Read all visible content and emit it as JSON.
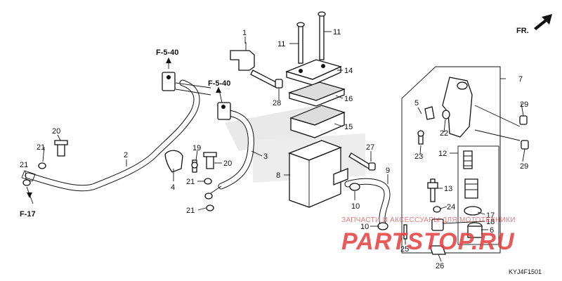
{
  "diagram": {
    "direction": "FR.",
    "figure_code": "KYJ4F1501",
    "watermark_top": "ЗАПЧАСТИ И АКСЕССУАРЫ ДЛЯ МОТОТЕХНИКИ",
    "watermark_logo": "PARTSTOP.RU",
    "references": [
      "F-5-40",
      "F-5-40",
      "F-17"
    ],
    "callouts": [
      "1",
      "2",
      "3",
      "4",
      "5",
      "6",
      "7",
      "8",
      "9",
      "10",
      "10",
      "11",
      "11",
      "12",
      "13",
      "14",
      "15",
      "16",
      "17",
      "18",
      "19",
      "20",
      "20",
      "21",
      "21",
      "21",
      "21",
      "22",
      "23",
      "24",
      "25",
      "26",
      "27",
      "28",
      "29",
      "29"
    ]
  }
}
